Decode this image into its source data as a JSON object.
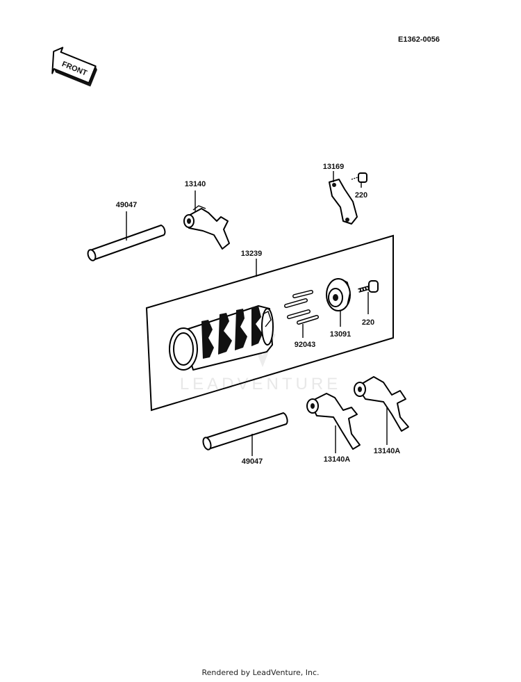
{
  "diagram_code": "E1362-0056",
  "front_badge": "FRONT",
  "watermark": "LEADVENTURE",
  "footer": "Rendered by LeadVenture, Inc.",
  "callouts": {
    "shaft_upper": "49047",
    "fork_upper": "13140",
    "plate": "13169",
    "plate_bolt": "220",
    "drum_assy": "13239",
    "pins": "92043",
    "cam": "13091",
    "cam_bolt": "220",
    "shaft_lower": "49047",
    "fork_lower_a": "13140A",
    "fork_lower_b": "13140A"
  }
}
